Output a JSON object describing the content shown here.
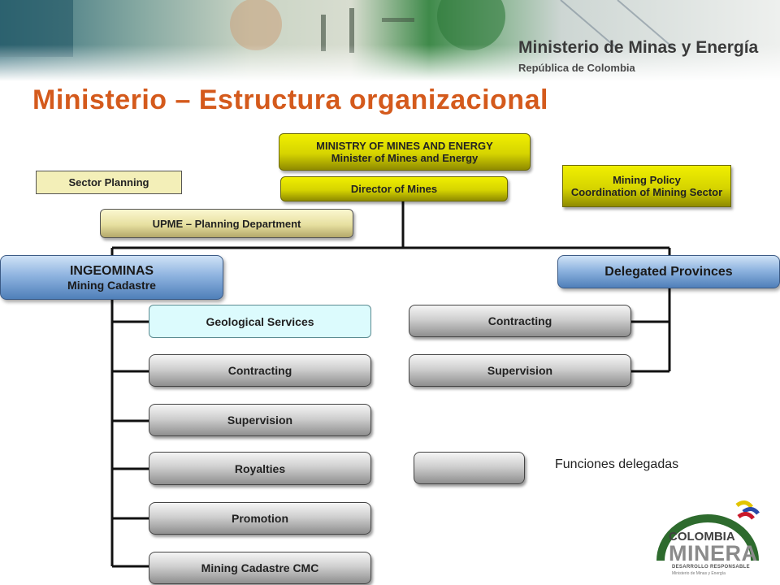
{
  "header": {
    "ministry_name": "Ministerio de Minas y Energía",
    "ministry_country": "República de Colombia"
  },
  "title": "Ministerio – Estructura organizacional",
  "org": {
    "ministry": {
      "line1": "MINISTRY OF MINES AND ENERGY",
      "line2": "Minister of Mines and Energy"
    },
    "director": "Director of Mines",
    "sector_planning": "Sector Planning",
    "mining_policy": {
      "line1": "Mining Policy",
      "line2": "Coordination of Mining Sector"
    },
    "upme": "UPME – Planning Department",
    "ingeominas": {
      "line1": "INGEOMINAS",
      "line2": "Mining Cadastre"
    },
    "delegated_provinces": "Delegated Provinces",
    "ingeominas_units": [
      "Geological Services",
      "Contracting",
      "Supervision",
      "Royalties",
      "Promotion",
      "Mining Cadastre CMC"
    ],
    "province_units": [
      "Contracting",
      "Supervision"
    ]
  },
  "legend": {
    "label": "Funciones delegadas"
  },
  "logo": {
    "line1": "COLOMBIA",
    "line2": "MINERA",
    "line3": "DESARROLLO RESPONSABLE",
    "line4": "Ministerio de Minas y Energía"
  },
  "colors": {
    "title": "#d45a1c",
    "ministry_box": "#e6e400",
    "ingeominas_box": "#6f98cc",
    "geological_box": "#dcfbfd",
    "unit_box": "#bdbdbd"
  }
}
